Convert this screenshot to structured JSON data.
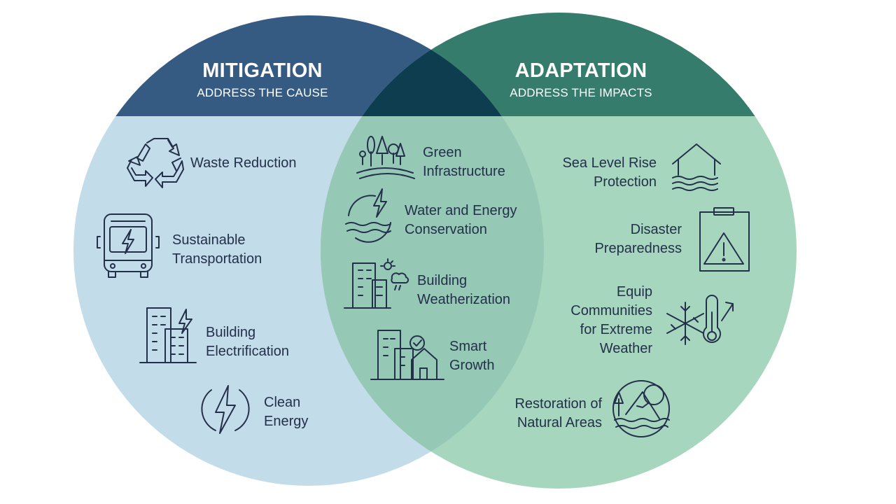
{
  "mitigation": {
    "title": "MITIGATION",
    "subtitle": "ADDRESS THE CAUSE",
    "items": [
      {
        "label": "Waste Reduction",
        "icon": "recycle-icon"
      },
      {
        "label_lines": [
          "Sustainable",
          "Transportation"
        ],
        "icon": "electric-bus-icon"
      },
      {
        "label_lines": [
          "Building",
          "Electrification"
        ],
        "icon": "building-lightning-icon"
      },
      {
        "label_lines": [
          "Clean",
          "Energy"
        ],
        "icon": "clean-energy-icon"
      }
    ]
  },
  "overlap": {
    "items": [
      {
        "label_lines": [
          "Green",
          "Infrastructure"
        ],
        "icon": "trees-landscape-icon"
      },
      {
        "label_lines": [
          "Water and Energy",
          "Conservation"
        ],
        "icon": "water-energy-icon"
      },
      {
        "label_lines": [
          "Building",
          "Weatherization"
        ],
        "icon": "building-weather-icon"
      },
      {
        "label_lines": [
          "Smart",
          "Growth"
        ],
        "icon": "smart-growth-icon"
      }
    ]
  },
  "adaptation": {
    "title": "ADAPTATION",
    "subtitle": "ADDRESS THE IMPACTS",
    "items": [
      {
        "label_lines": [
          "Sea Level Rise",
          "Protection"
        ],
        "icon": "house-flood-icon"
      },
      {
        "label_lines": [
          "Disaster",
          "Preparedness"
        ],
        "icon": "clipboard-warning-icon"
      },
      {
        "label_lines": [
          "Equip",
          "Communities",
          "for Extreme",
          "Weather"
        ],
        "icon": "extreme-weather-icon"
      },
      {
        "label_lines": [
          "Restoration of",
          "Natural Areas"
        ],
        "icon": "natural-areas-icon"
      }
    ]
  },
  "colors": {
    "mitigation_light": "#c3dce9",
    "mitigation_dark": "#365b83",
    "adaptation_light": "#a7d6bf",
    "adaptation_dark": "#357c6c",
    "overlap_light": "#96c8b6",
    "overlap_dark": "#0d3d4e",
    "ink": "#23304a"
  }
}
